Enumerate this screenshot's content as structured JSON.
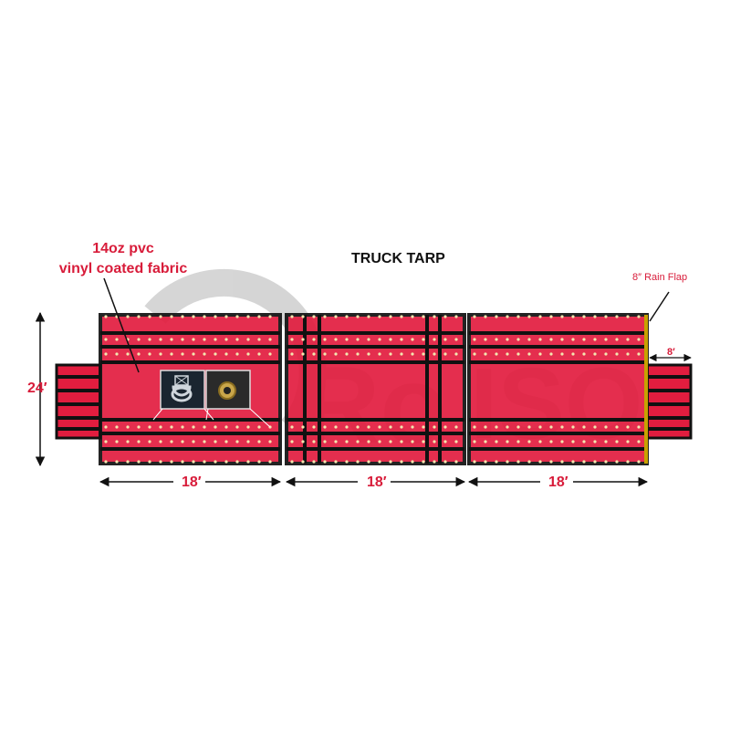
{
  "title": "TRUCK TARP",
  "material": {
    "line1": "14oz pvc",
    "line2": "vinyl coated fabric"
  },
  "rain_flap": {
    "label": "8″ Rain Flap",
    "width_label": "8′"
  },
  "dimensions": {
    "height": "24′",
    "panel_widths": [
      "18′",
      "18′",
      "18′"
    ]
  },
  "colors": {
    "tarp": "#e21d3f",
    "strap": "#111111",
    "label": "#d81c3a",
    "watermark": "#8a8a8a"
  },
  "watermark_text": "Ro∪so",
  "detail_icons": [
    "d-ring-icon",
    "grommet-icon"
  ]
}
